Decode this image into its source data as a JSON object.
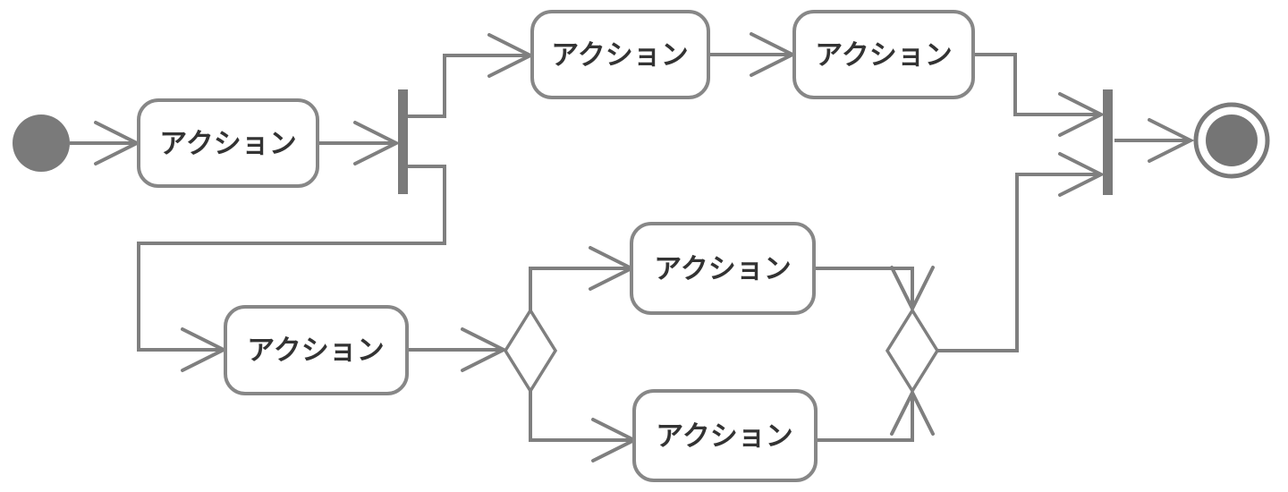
{
  "diagram": {
    "kind": "uml-activity-diagram",
    "language": "ja",
    "colors": {
      "background": "#ffffff",
      "line": "#7f7f7f",
      "node_border": "#878787",
      "node_fill": "#ffffff",
      "control_node_fill": "#7a7a7a",
      "text": "#333333"
    },
    "nodes": {
      "initial": {
        "type": "initial-node"
      },
      "action_first": {
        "type": "action",
        "label": "アクション"
      },
      "fork": {
        "type": "fork-bar"
      },
      "action_top_1": {
        "type": "action",
        "label": "アクション"
      },
      "action_top_2": {
        "type": "action",
        "label": "アクション"
      },
      "action_bottom": {
        "type": "action",
        "label": "アクション"
      },
      "decision": {
        "type": "decision-diamond"
      },
      "action_branch_upper": {
        "type": "action",
        "label": "アクション"
      },
      "action_branch_lower": {
        "type": "action",
        "label": "アクション"
      },
      "merge": {
        "type": "merge-diamond"
      },
      "join": {
        "type": "join-bar"
      },
      "final": {
        "type": "activity-final-node"
      }
    },
    "edges": [
      {
        "from": "initial",
        "to": "action_first"
      },
      {
        "from": "action_first",
        "to": "fork"
      },
      {
        "from": "fork",
        "to": "action_top_1"
      },
      {
        "from": "action_top_1",
        "to": "action_top_2"
      },
      {
        "from": "action_top_2",
        "to": "join"
      },
      {
        "from": "fork",
        "to": "action_bottom"
      },
      {
        "from": "action_bottom",
        "to": "decision"
      },
      {
        "from": "decision",
        "to": "action_branch_upper"
      },
      {
        "from": "decision",
        "to": "action_branch_lower"
      },
      {
        "from": "action_branch_upper",
        "to": "merge"
      },
      {
        "from": "action_branch_lower",
        "to": "merge"
      },
      {
        "from": "merge",
        "to": "join"
      },
      {
        "from": "join",
        "to": "final"
      }
    ]
  }
}
